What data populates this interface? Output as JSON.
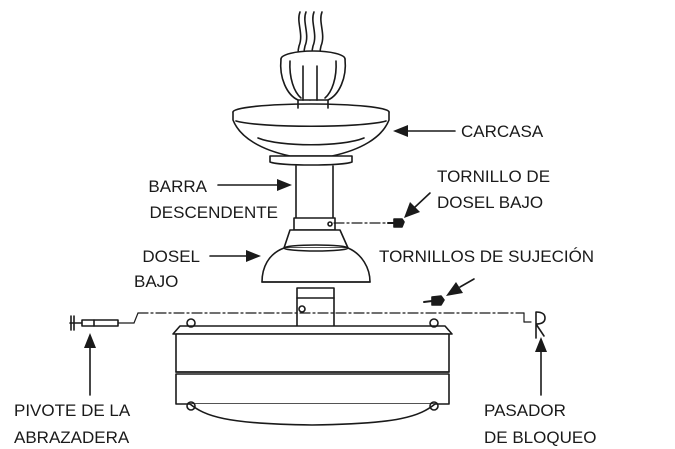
{
  "labels": {
    "carcasa": "CARCASA",
    "barra_line1": "BARRA",
    "barra_line2": "DESCENDENTE",
    "tornillo_line1": "TORNILLO DE",
    "tornillo_line2": "DOSEL BAJO",
    "dosel_line1": "DOSEL",
    "dosel_line2": "BAJO",
    "tornillos_sujecion": "TORNILLOS DE SUJECIÓN",
    "pivote_line1": "PIVOTE DE LA",
    "pivote_line2": "ABRAZADERA",
    "pasador_line1": "PASADOR",
    "pasador_line2": "DE BLOQUEO"
  },
  "colors": {
    "ink": "#1a1a1a",
    "paper": "#ffffff"
  }
}
